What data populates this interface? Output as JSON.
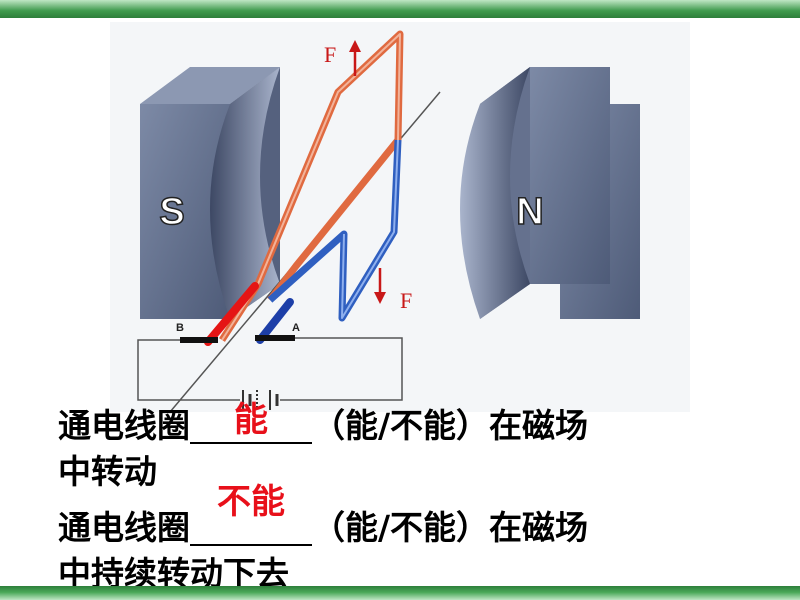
{
  "figure": {
    "magnet_left_label": "S",
    "magnet_right_label": "N",
    "force_label_top": "F",
    "force_label_bottom": "F",
    "terminal_left_label": "B",
    "terminal_right_label": "A"
  },
  "questions": [
    {
      "prefix": "通电线圈",
      "answer": "能",
      "suffix": "（能/不能）在磁场",
      "continuation": "中转动"
    },
    {
      "prefix": "通电线圈",
      "answer": "不能",
      "suffix": "（能/不能）在磁场",
      "continuation": "中持续转动下去"
    }
  ],
  "colors": {
    "magnet": "#5f6e8c",
    "coil_positive": "#e06a40",
    "coil_negative": "#2f5fc0",
    "force_arrow": "#c81818",
    "answer": "#e8101a",
    "accent_bar": "#3f9a4d"
  }
}
